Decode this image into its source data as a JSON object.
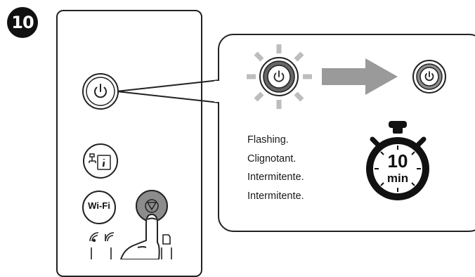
{
  "step": {
    "number": "10"
  },
  "buttons": {
    "wifi_label": "Wi-Fi",
    "power_icon": "power-icon",
    "network_info_icon": "network-status-sheet-icon",
    "stop_icon": "stop-icon"
  },
  "status_messages": [
    "Flashing.",
    "Clignotant.",
    "Intermitente.",
    "Intermitente."
  ],
  "timer": {
    "value": "10",
    "unit": "min"
  },
  "colors": {
    "outline": "#222222",
    "arrow": "#9a9a9a",
    "flash_rays": "#bdbdbd",
    "stop_button": "#8c8c8c"
  }
}
